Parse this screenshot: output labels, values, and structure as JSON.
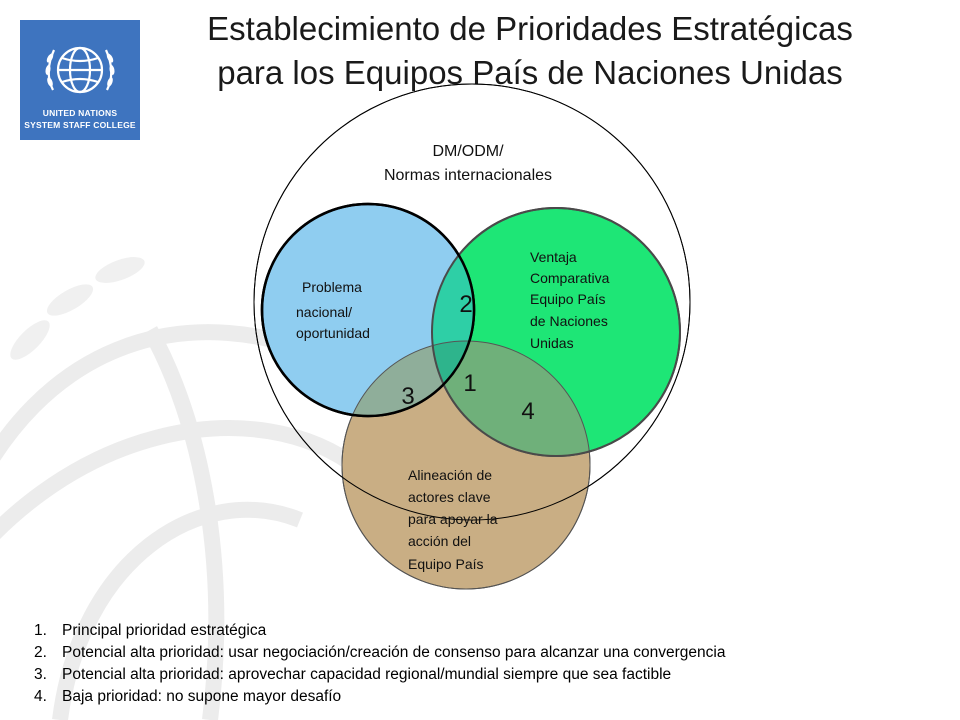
{
  "header": {
    "title_line1": "Establecimiento de Prioridades Estratégicas",
    "title_line2": "para los Equipos País de Naciones Unidas"
  },
  "logo": {
    "line1": "UNITED NATIONS",
    "line2": "SYSTEM STAFF COLLEGE",
    "color": "#3e74bf"
  },
  "diagram": {
    "outer_label_line1": "DM/ODM/",
    "outer_label_line2": "Normas internacionales",
    "problem_label": [
      "Problema",
      "nacional/",
      "oportunidad"
    ],
    "advantage_label": [
      "Ventaja",
      "Comparativa",
      "Equipo País",
      "de Naciones",
      "Unidas"
    ],
    "alignment_label": [
      "Alineación de",
      "actores clave",
      "para apoyar la",
      "acción del",
      "Equipo País"
    ],
    "region_numbers": {
      "center": "1",
      "blue_green": "2",
      "blue_tan": "3",
      "green_tan": "4"
    },
    "colors": {
      "blue": "#8fcdf0",
      "green": "#1ee676",
      "tan": "#c9ae84",
      "teal": "#2ecfa6",
      "outer": "#000000"
    }
  },
  "legend": [
    {
      "num": "1.",
      "text": "Principal prioridad estratégica"
    },
    {
      "num": "2.",
      "text": "Potencial alta prioridad: usar negociación/creación de consenso para alcanzar una convergencia"
    },
    {
      "num": "3.",
      "text": "Potencial alta prioridad: aprovechar capacidad regional/mundial siempre que sea factible"
    },
    {
      "num": "4.",
      "text": "Baja prioridad: no supone mayor desafío"
    }
  ]
}
